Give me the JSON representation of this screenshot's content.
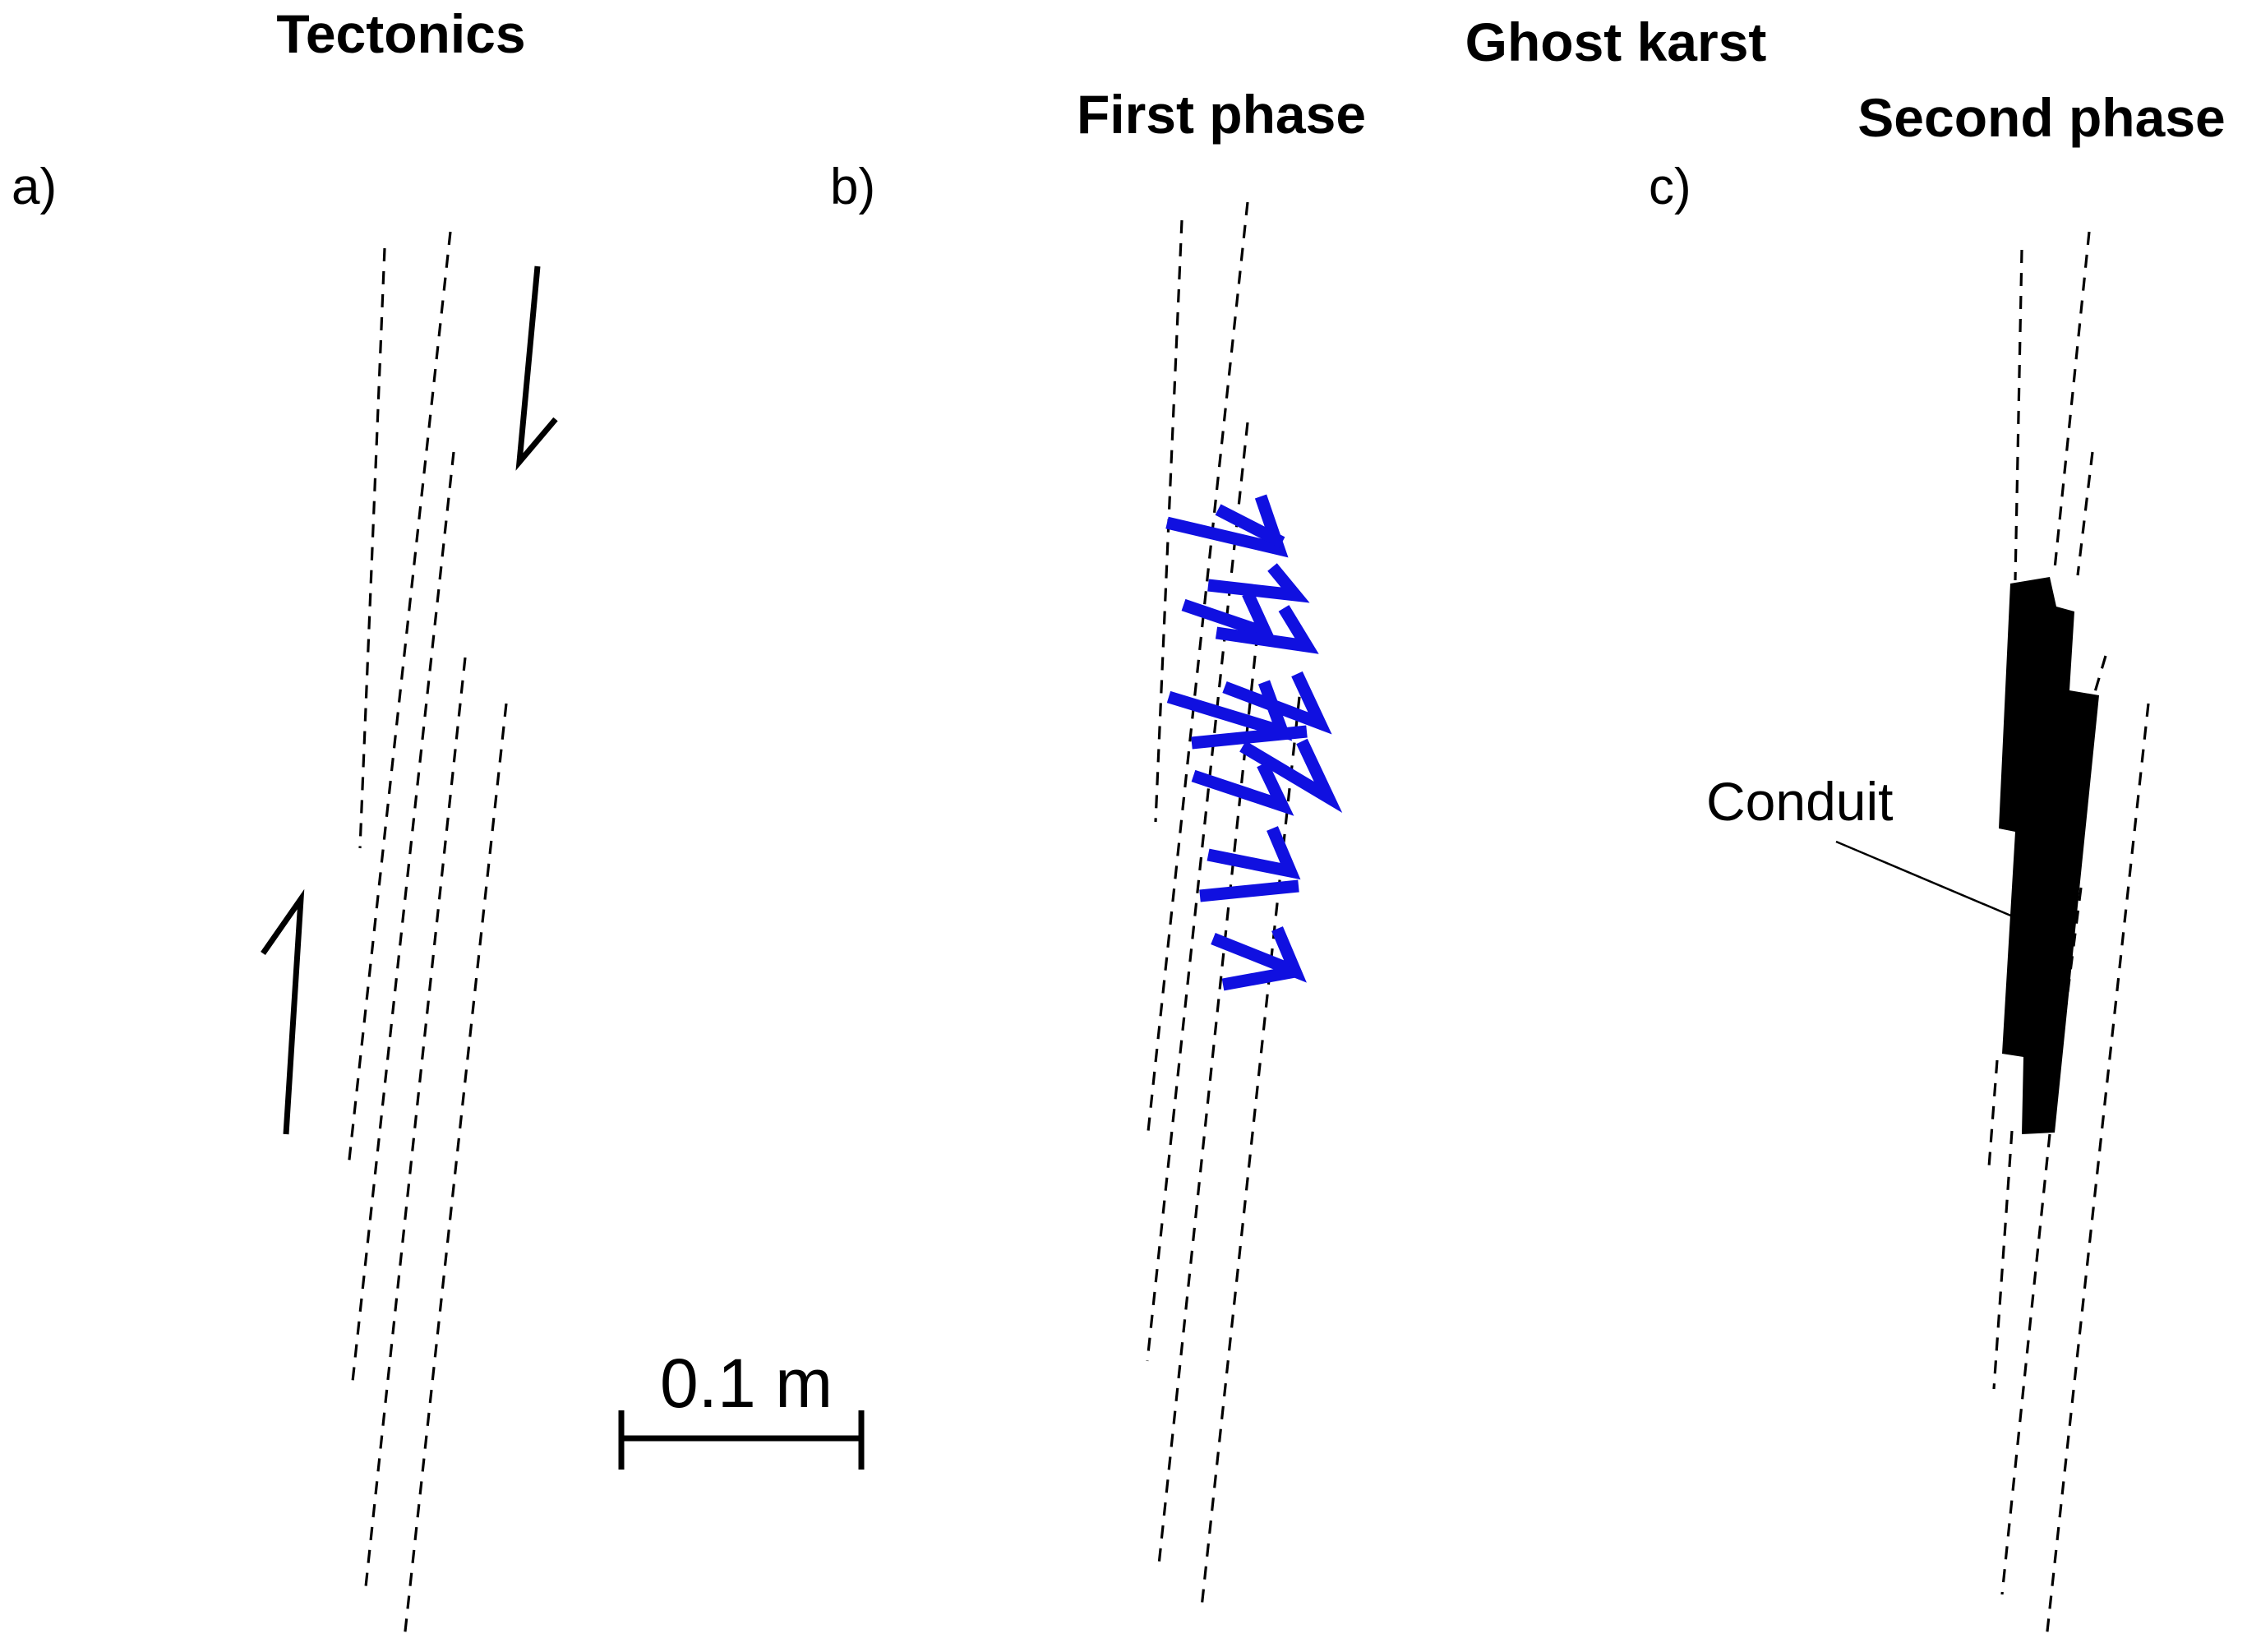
{
  "headers": {
    "tectonics": "Tectonics",
    "ghost_karst": "Ghost karst",
    "first_phase": "First phase",
    "second_phase": "Second phase"
  },
  "panels": {
    "a": "a)",
    "b": "b)",
    "c": "c)"
  },
  "scale_bar": {
    "label": "0.1 m"
  },
  "annotations": {
    "conduit": "Conduit"
  },
  "colors": {
    "ink": "#000000",
    "flow_arrows": "#1010e0",
    "background": "#ffffff"
  }
}
